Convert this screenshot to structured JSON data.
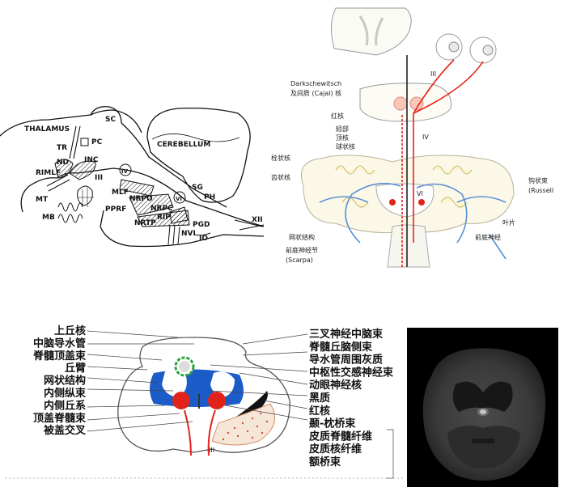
{
  "sagittal_labels": {
    "thalamus": "THALAMUS",
    "sc": "SC",
    "pc": "PC",
    "tr": "TR",
    "nd": "ND",
    "inc": "INC",
    "rimlf": "RIMLF",
    "iii": "III",
    "iv": "IV",
    "cerebellum": "CEREBELLUM",
    "mlf": "MLF",
    "nrpo": "NRPO",
    "nrpc": "NRPC",
    "sg": "SG",
    "mt": "MT",
    "mb": "MB",
    "pprf": "PPRF",
    "vi": "VI",
    "ph": "PH",
    "rip": "RIP",
    "nrtp": "NRTP",
    "pgd": "PGD",
    "xii": "XII",
    "nvi": "NVI",
    "io": "IO"
  },
  "pathway_labels": {
    "iii": "III",
    "darkschewitsch": "Darkschewitsch",
    "interstitial": "及间质 (Cajal) 核",
    "red_nucleus": "红核",
    "vermis": "蚓部",
    "fastigial": "顶核",
    "globose": "球状核",
    "iv": "IV",
    "emboliform": "栓状核",
    "dentate": "齿状核",
    "vi": "VI",
    "uncinate": "钩状束",
    "russell": "(Russell",
    "flocculus": "叶片",
    "reticular": "网状结构",
    "vestibular_nerve": "前庭神经",
    "vestibular_ganglion": "前庭神经节",
    "scarpa": "(Scarpa)"
  },
  "midbrain_labels": {
    "left": [
      "上丘核",
      "中脑导水管",
      "脊髓顶盖束",
      "丘臂",
      "网状结构",
      "内侧纵束",
      "内侧丘系",
      "顶盖脊髓束",
      "被盖交叉"
    ],
    "right": [
      "三叉神经中脑束",
      "脊髓丘脑侧束",
      "导水管周围灰质",
      "中枢性交感神经束",
      "动眼神经核",
      "黑质",
      "红核",
      "颞-枕桥束",
      "皮质脊髓纤维",
      "皮质核纤维",
      "额桥束"
    ],
    "iii": "III"
  },
  "colors": {
    "red": "#e2231a",
    "blue": "#1c5cc8",
    "green": "#2aa33a",
    "pathway_blue": "#5a8fd6"
  }
}
